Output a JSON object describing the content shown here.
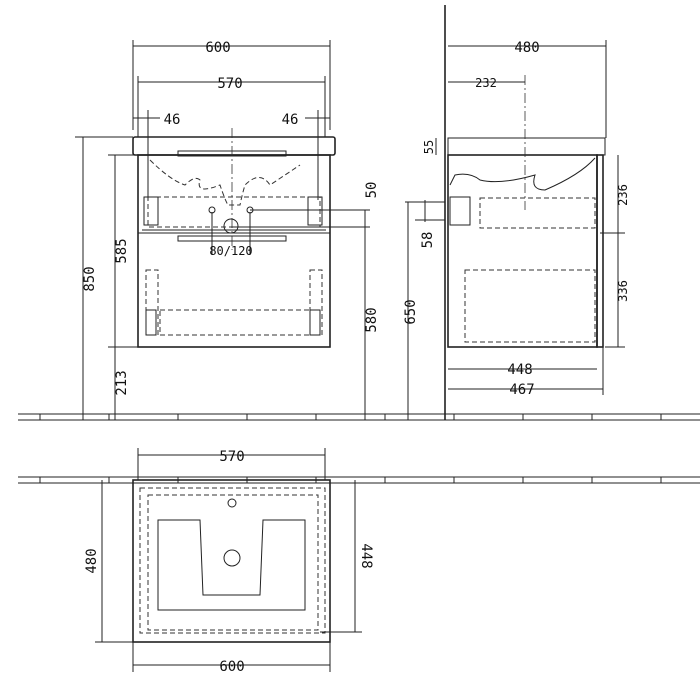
{
  "front_view": {
    "width_top": "600",
    "width_cabinet": "570",
    "offset_left": "46",
    "offset_right": "46",
    "total_height": "850",
    "cabinet_height": "585",
    "floor_gap": "213",
    "drain_height": "580",
    "drain_offset": "50",
    "tap_spacing": "80/120"
  },
  "side_view": {
    "depth_top": "480",
    "drain_depth": "232",
    "top_thickness": "55",
    "upper_drawer": "236",
    "lower_drawer": "336",
    "fitting_height": "58",
    "fitting_floor": "650",
    "cabinet_depth": "448",
    "cabinet_depth_front": "467"
  },
  "plan_view": {
    "width_cabinet": "570",
    "width_top": "600",
    "depth_top": "480",
    "depth_cabinet": "448"
  }
}
